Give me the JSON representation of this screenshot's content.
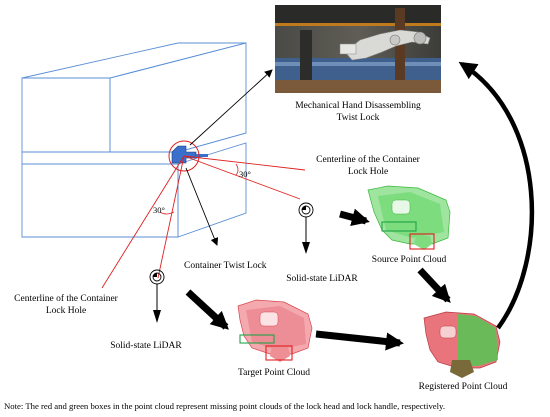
{
  "labels": {
    "mechanical_hand": [
      "Mechanical Hand Disassembling",
      "Twist Lock"
    ],
    "centerline_right": [
      "Centerline of the Container",
      "Lock Hole"
    ],
    "centerline_left": [
      "Centerline of the Container",
      "Lock Hole"
    ],
    "angle_right": "30°",
    "angle_left": "30°",
    "container_twist_lock": "Container Twist Lock",
    "lidar_right": "Solid-state LiDAR",
    "lidar_left": "Solid-state LiDAR",
    "source_cloud": "Source Point Cloud",
    "target_cloud": "Target Point Cloud",
    "registered_cloud": "Registered Point Cloud"
  },
  "note": "Note: The red and green boxes in the point cloud represent missing point clouds of the lock head and lock handle, respectively.",
  "colors": {
    "container_edge": "#5b8fd6",
    "centerline": "#e02020",
    "source_cloud": "#4fd24f",
    "target_cloud": "#e8555f",
    "box_red": "#e02020",
    "box_green": "#22a34a",
    "lock_blue": "#3366bb"
  }
}
